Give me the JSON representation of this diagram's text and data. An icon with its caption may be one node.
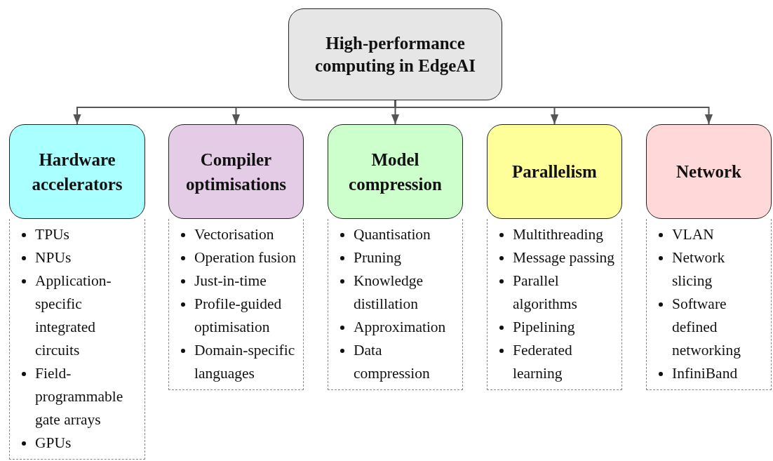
{
  "diagram": {
    "nodes": [
      {
        "text": [
          "High-performance computing in EdgeAI"
        ]
      },
      {
        "text": [
          "Hardware accelerators"
        ]
      },
      {
        "text": [
          "Compiler optimisations"
        ]
      },
      {
        "text": [
          "Model compression"
        ]
      },
      {
        "text": [
          "Parallelism"
        ]
      },
      {
        "text": [
          "Network"
        ]
      },
      {
        "text": [
          "TPUs",
          "NPUs",
          "Application-specific integrated circuits",
          "Field-programmable gate arrays",
          "GPUs"
        ]
      },
      {
        "text": [
          "Vectorisation",
          "Operation fusion",
          "Just-in-time",
          "Profile-guided optimisation",
          "Domain-specific languages"
        ]
      },
      {
        "text": [
          "Quantisation",
          "Pruning",
          "Knowledge distillation",
          "Approximation",
          "Data compression"
        ]
      },
      {
        "text": [
          "Multithreading",
          "Message passing",
          "Parallel algorithms",
          "Pipelining",
          "Federated learning"
        ]
      },
      {
        "text": [
          "VLAN",
          "Network slicing",
          "Software defined networking",
          "InfiniBand"
        ]
      }
    ],
    "edges": [
      {
        "from": 0,
        "to": 1,
        "arrow": "to"
      },
      {
        "from": 0,
        "to": 2,
        "arrow": "to"
      },
      {
        "from": 0,
        "to": 3,
        "arrow": "to"
      },
      {
        "from": 0,
        "to": 4,
        "arrow": "to"
      },
      {
        "from": 0,
        "to": 5,
        "arrow": "to"
      }
    ]
  }
}
